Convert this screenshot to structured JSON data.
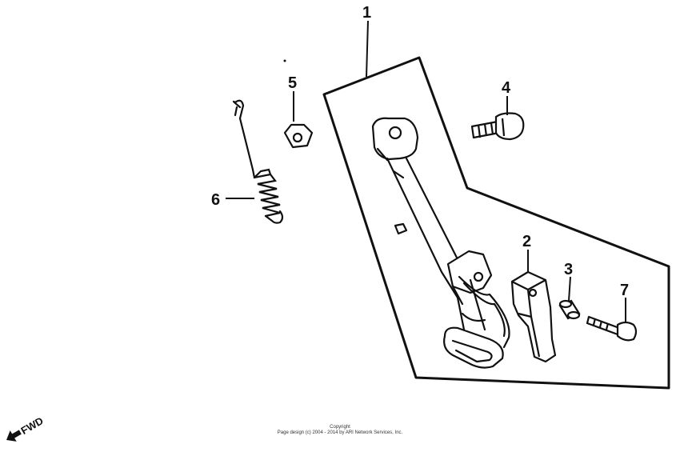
{
  "diagram": {
    "callouts": [
      {
        "id": "1",
        "label": "1"
      },
      {
        "id": "2",
        "label": "2"
      },
      {
        "id": "3",
        "label": "3"
      },
      {
        "id": "4",
        "label": "4"
      },
      {
        "id": "5",
        "label": "5"
      },
      {
        "id": "6",
        "label": "6"
      },
      {
        "id": "7",
        "label": "7"
      }
    ],
    "direction_label": "FWD"
  },
  "footer": {
    "copyright_title": "Copyright",
    "copyright_line": "Page design (c) 2004 - 2014 by ARI Network Services, Inc."
  },
  "colors": {
    "ink": "#111111",
    "background": "#ffffff"
  }
}
